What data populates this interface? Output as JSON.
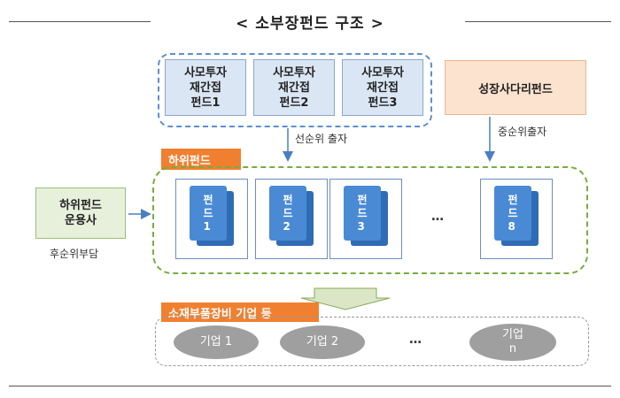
{
  "title": "< 소부장펀드 구조 >",
  "senior_investors": [
    {
      "label": "사모투자\n재간접\n펀드1"
    },
    {
      "label": "사모투자\n재간접\n펀드2"
    },
    {
      "label": "사모투자\n재간접\n펀드3"
    }
  ],
  "growth_ladder": {
    "label": "성장사다리펀드"
  },
  "flows": {
    "senior": "선순위 출자",
    "mezzanine": "중순위출자"
  },
  "sub_fund_group": {
    "label": "하위펀드"
  },
  "sub_funds": [
    {
      "label": "펀\n드\n1"
    },
    {
      "label": "펀\n드\n2"
    },
    {
      "label": "펀\n드\n3"
    },
    {
      "label": "펀\n드\n8"
    }
  ],
  "ellipsis": "…",
  "manager": {
    "label": "하위펀드\n운용사",
    "note": "후순위부담"
  },
  "company_group": {
    "label": "소재부품장비 기업 등"
  },
  "companies": [
    {
      "label": "기업 1"
    },
    {
      "label": "기업 2"
    },
    {
      "label": "기업\nn"
    }
  ],
  "colors": {
    "investor_fill": "#dbe6f4",
    "ladder_fill": "#fbe3cf",
    "tag_orange": "#f08030",
    "sub_group_border": "#77ad3f",
    "card_blue": "#4a8ad4",
    "company_gray": "#9f9f9f"
  }
}
